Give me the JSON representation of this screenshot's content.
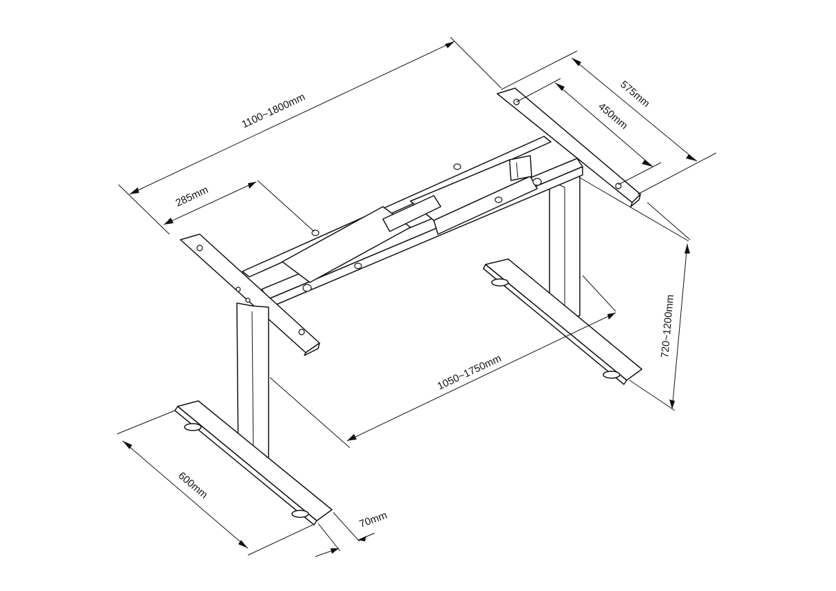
{
  "dimensions": {
    "overall_width": "1100~1800mm",
    "crossbar_length": "1050~1750mm",
    "top_bracket_length": "575mm",
    "top_bracket_hole_spacing": "450mm",
    "bracket_offset": "285mm",
    "foot_length": "600mm",
    "foot_width": "70mm",
    "height_range": "720~1200mm"
  }
}
